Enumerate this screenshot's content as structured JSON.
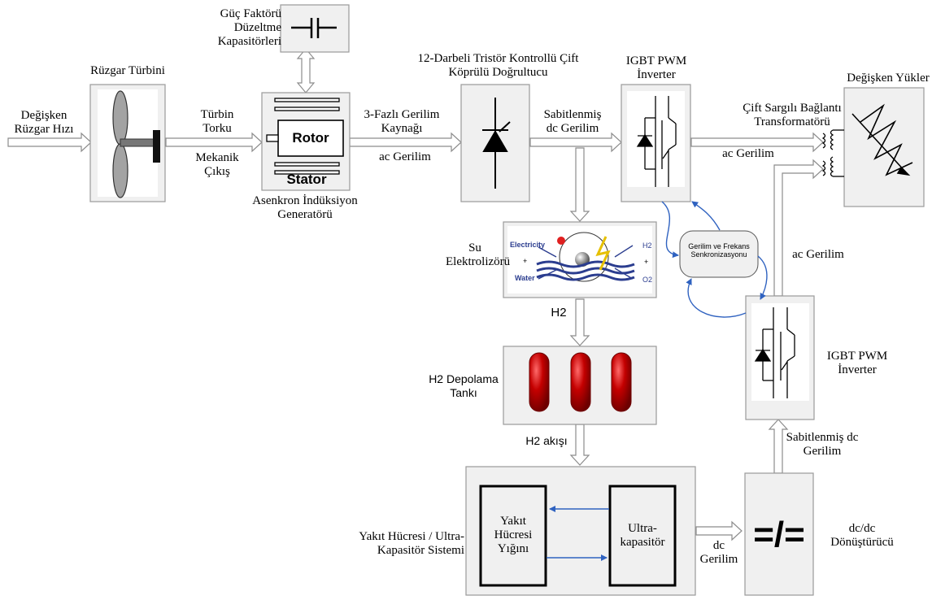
{
  "labels": {
    "wind_speed": "Değişken Rüzgar Hızı",
    "wind_turbine": "Rüzgar Türbini",
    "turbine_torque": "Türbin Torku",
    "mechanical_output": "Mekanik Çıkış",
    "pf_capacitors": "Güç Faktörü Düzeltme Kapasitörleri",
    "rotor": "Rotor",
    "stator": "Stator",
    "generator": "Asenkron İndüksiyon Generatörü",
    "three_phase": "3-Fazlı Gerilim Kaynağı",
    "ac_voltage_1": "ac Gerilim",
    "rectifier": "12-Darbeli Tristör Kontrollü Çift Köprülü Doğrultucu",
    "fixed_dc_1": "Sabitlenmiş dc Gerilim",
    "inverter_top": "IGBT PWM İnverter",
    "transformer": "Çift Sargılı Bağlantı Transformatörü",
    "ac_voltage_2": "ac Gerilim",
    "variable_loads": "Değişken Yükler",
    "electrolyzer": "Su Elektrolizörü",
    "electricity": "Electricity",
    "water": "Water",
    "h2_short": "H2",
    "o2_short": "O2",
    "plus": "+",
    "h2_flow": "H2",
    "h2_storage": "H2 Depolama Tankı",
    "h2_stream": "H2 akışı",
    "sync": "Gerilim ve Frekans Senkronizasyonu",
    "ac_voltage_3": "ac Gerilim",
    "inverter_bottom": "IGBT PWM İnverter",
    "fixed_dc_2": "Sabitlenmiş dc Gerilim",
    "fc_system": "Yakıt Hücresi / Ultra-Kapasitör Sistemi",
    "fc_stack": "Yakıt Hücresi Yığını",
    "ultracap": "Ultra-kapasitör",
    "dc_voltage": "dc Gerilim",
    "dcdc_symbol": "=/=",
    "dcdc": "dc/dc Dönüştürücü"
  },
  "colors": {
    "block_fill": "#f0f0f0",
    "block_stroke": "#9a9a9a",
    "arrow_fill": "#ffffff",
    "arrow_stroke": "#8c8c8c",
    "control_arrow": "#2f62c0",
    "tank_red": "#b00000",
    "electrolyzer_water": "#2b3d8f"
  }
}
